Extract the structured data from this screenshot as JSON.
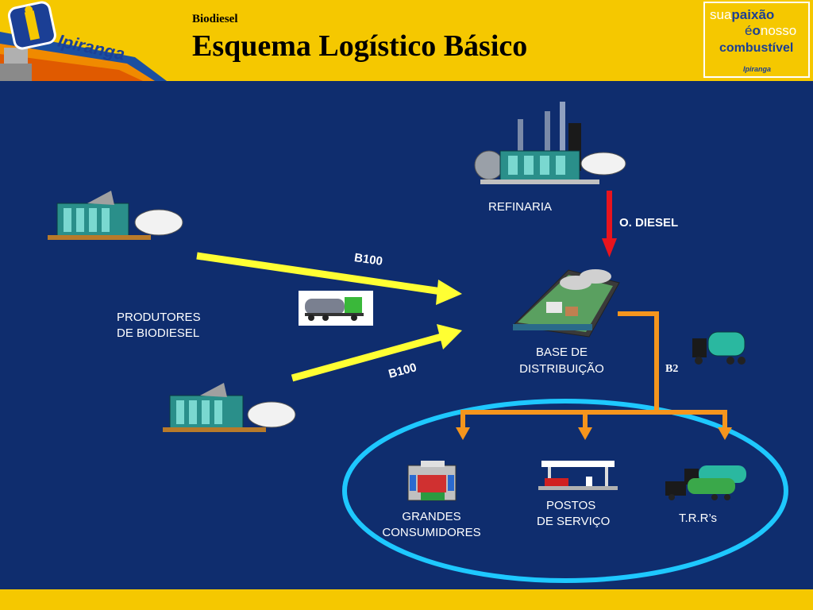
{
  "header": {
    "subtitle": "Biodiesel",
    "title": "Esquema Logístico Básico",
    "logo_text": "Ipiranga",
    "slogan": {
      "line1a": "sua",
      "line1b": "paixão",
      "line2a": "é",
      "line2b": "o",
      "line2c": "nosso",
      "line3": "combustível",
      "brand": "Ipiranga"
    }
  },
  "diagram": {
    "nodes": {
      "refinery": "REFINARIA",
      "producers": {
        "line1": "PRODUTORES",
        "line2": "DE BIODIESEL"
      },
      "distribution_base": {
        "line1": "BASE DE",
        "line2": "DISTRIBUIÇÃO"
      },
      "large_consumers": {
        "line1": "GRANDES",
        "line2": "CONSUMIDORES"
      },
      "service_stations": {
        "line1": "POSTOS",
        "line2": "DE SERVIÇO"
      },
      "trrs": "T.R.R’s"
    },
    "edges": {
      "diesel_label": "O. DIESEL",
      "b100_top": "B100",
      "b100_bottom": "B100",
      "b2": "B2"
    },
    "colors": {
      "background": "#0f2d6e",
      "header": "#f5c800",
      "arrow_yellow": "#ffff33",
      "arrow_red": "#e8141e",
      "arrow_orange": "#f5951d",
      "ellipse": "#1ec8ff"
    },
    "icons": [
      "factory-icon",
      "refinery-icon",
      "tanker-truck-icon",
      "distribution-base-icon",
      "bus-icon",
      "gas-station-icon",
      "tanker-trucks-icon"
    ]
  }
}
